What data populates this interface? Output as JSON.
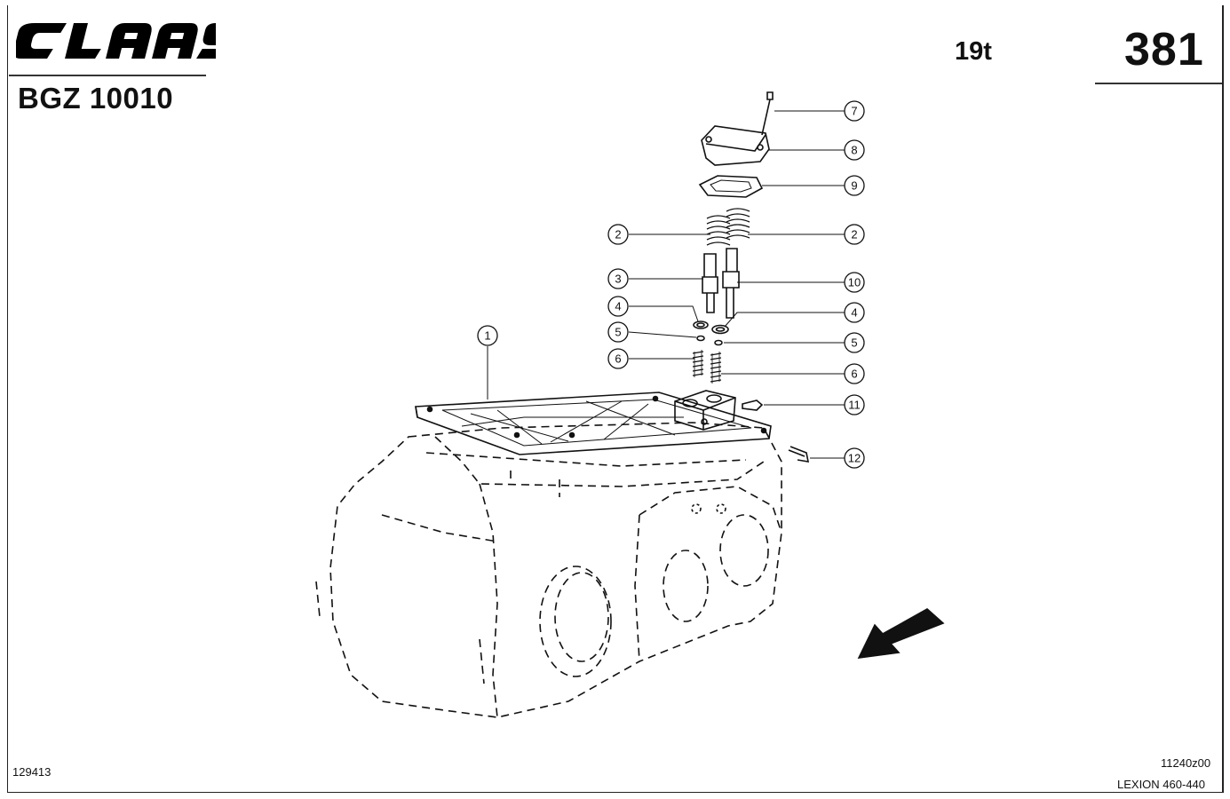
{
  "header": {
    "brand": "CLAAS",
    "assembly_code": "BGZ 10010",
    "weight_class": "19t",
    "page_number": "381"
  },
  "footer": {
    "drawing_number": "129413",
    "revision_code": "11240z00",
    "model": "LEXION 460-440"
  },
  "callouts": [
    {
      "label": "7"
    },
    {
      "label": "8"
    },
    {
      "label": "9"
    },
    {
      "label": "2"
    },
    {
      "label": "2"
    },
    {
      "label": "3"
    },
    {
      "label": "10"
    },
    {
      "label": "4"
    },
    {
      "label": "4"
    },
    {
      "label": "5"
    },
    {
      "label": "5"
    },
    {
      "label": "1"
    },
    {
      "label": "6"
    },
    {
      "label": "6"
    },
    {
      "label": "11"
    },
    {
      "label": "12"
    }
  ]
}
